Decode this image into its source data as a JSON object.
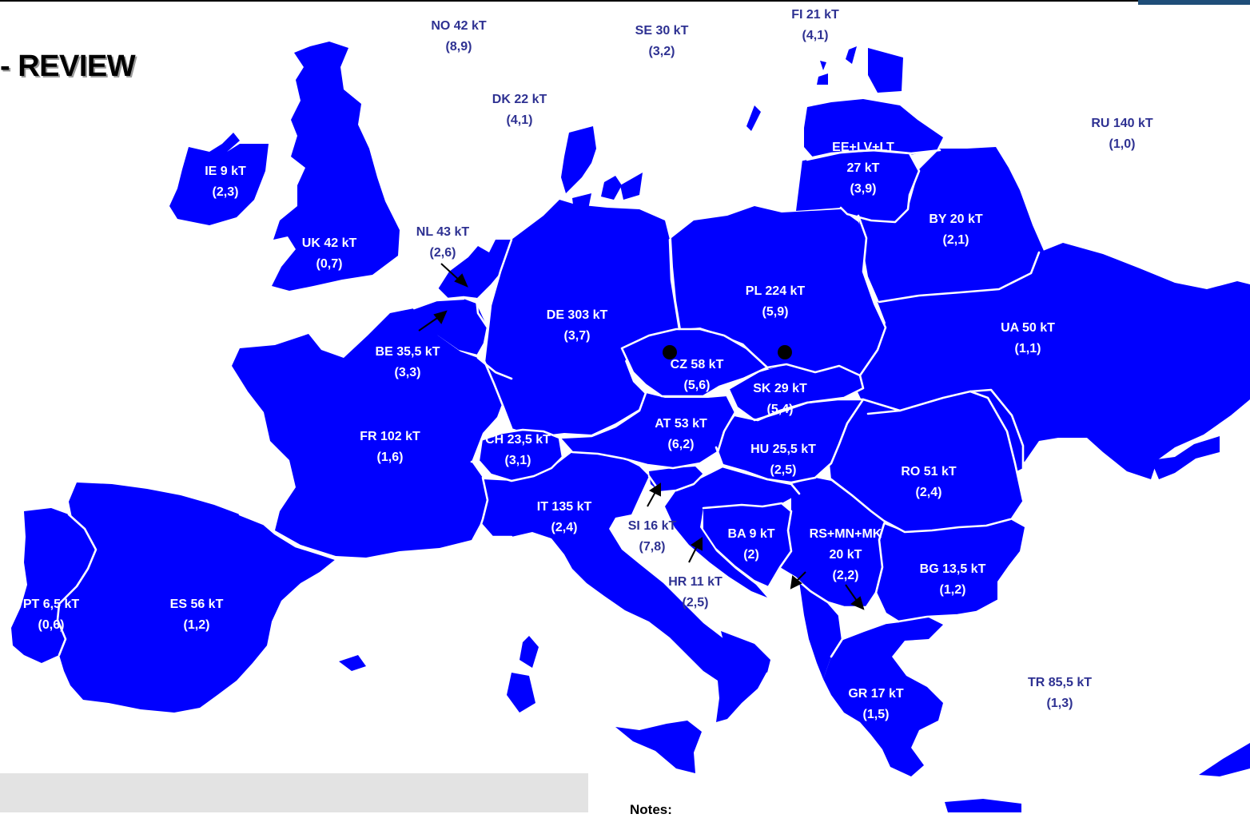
{
  "title": "- REVIEW",
  "notes_label": "Notes:",
  "colors": {
    "land": "#0000ff",
    "border": "#ffffff",
    "label_in": "#ffffff",
    "label_out": "#2e3192"
  },
  "countries": {
    "no": {
      "name": "NO 42 kT",
      "ratio": "(8,9)"
    },
    "se": {
      "name": "SE 30 kT",
      "ratio": "(3,2)"
    },
    "fi": {
      "name": "FI 21 kT",
      "ratio": "(4,1)"
    },
    "dk": {
      "name": "DK 22 kT",
      "ratio": "(4,1)"
    },
    "ru": {
      "name": "RU 140 kT",
      "ratio": "(1,0)"
    },
    "ie": {
      "name": "IE 9 kT",
      "ratio": "(2,3)"
    },
    "baltic": {
      "name": "EE+LV+LT",
      "amount": "27 kT",
      "ratio": "(3,9)"
    },
    "uk": {
      "name": "UK 42 kT",
      "ratio": "(0,7)"
    },
    "nl": {
      "name": "NL 43 kT",
      "ratio": "(2,6)"
    },
    "by": {
      "name": "BY 20 kT",
      "ratio": "(2,1)"
    },
    "pl": {
      "name": "PL 224 kT",
      "ratio": "(5,9)"
    },
    "de": {
      "name": "DE 303 kT",
      "ratio": "(3,7)"
    },
    "ua": {
      "name": "UA 50 kT",
      "ratio": "(1,1)"
    },
    "be": {
      "name": "BE 35,5 kT",
      "ratio": "(3,3)"
    },
    "cz": {
      "name": "CZ 58 kT",
      "ratio": "(5,6)"
    },
    "sk": {
      "name": "SK 29 kT",
      "ratio": "(5,4)"
    },
    "at": {
      "name": "AT 53 kT",
      "ratio": "(6,2)"
    },
    "fr": {
      "name": "FR 102 kT",
      "ratio": "(1,6)"
    },
    "ch": {
      "name": "CH 23,5 kT",
      "ratio": "(3,1)"
    },
    "hu": {
      "name": "HU 25,5 kT",
      "ratio": "(2,5)"
    },
    "ro": {
      "name": "RO 51 kT",
      "ratio": "(2,4)"
    },
    "it": {
      "name": "IT 135 kT",
      "ratio": "(2,4)"
    },
    "si": {
      "name": "SI 16 kT",
      "ratio": "(7,8)"
    },
    "ba": {
      "name": "BA 9 kT",
      "ratio": "(2)"
    },
    "rs": {
      "name": "RS+MN+MK",
      "amount": "20 kT",
      "ratio": "(2,2)"
    },
    "bg": {
      "name": "BG 13,5 kT",
      "ratio": "(1,2)"
    },
    "hr": {
      "name": "HR 11 kT",
      "ratio": "(2,5)"
    },
    "pt": {
      "name": "PT 6,5 kT",
      "ratio": "(0,6)"
    },
    "es": {
      "name": "ES 56 kT",
      "ratio": "(1,2)"
    },
    "tr": {
      "name": "TR 85,5 kT",
      "ratio": "(1,3)"
    },
    "gr": {
      "name": "GR 17 kT",
      "ratio": "(1,5)"
    }
  }
}
